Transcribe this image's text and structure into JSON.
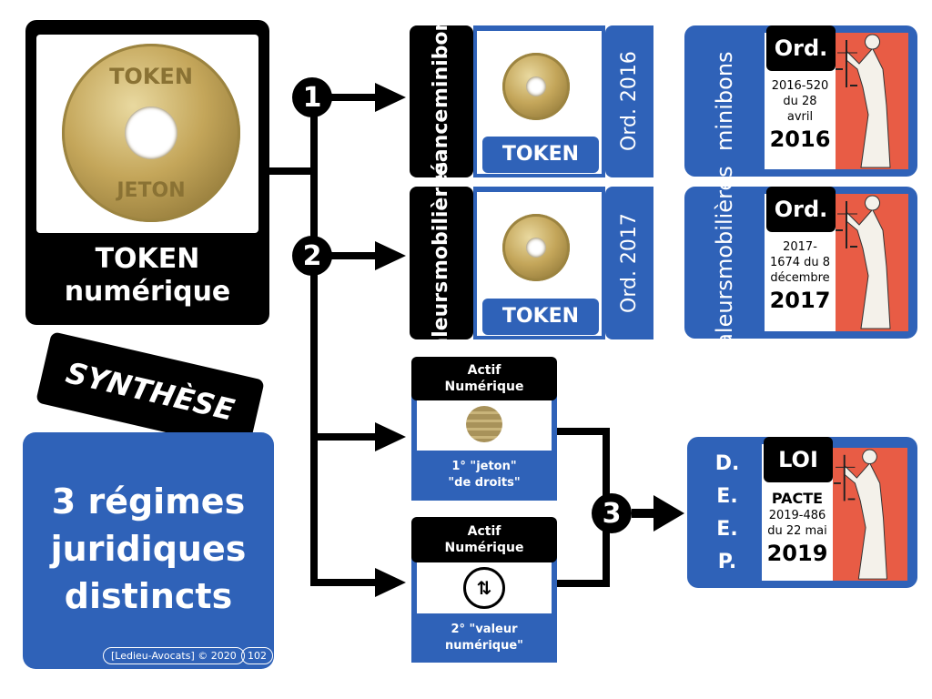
{
  "token_card": {
    "coin_top": "TOKEN",
    "coin_bottom": "JETON",
    "label_line1": "TOKEN",
    "label_line2": "numérique"
  },
  "synthese": "SYNTHÈSE",
  "summary": {
    "line1": "3 régimes",
    "line2": "juridiques",
    "line3": "distincts"
  },
  "footer": {
    "copyright": "[Ledieu-Avocats] © 2020",
    "page": "102"
  },
  "steps": [
    "1",
    "2",
    "3"
  ],
  "token_boxes": [
    {
      "side_line1": "créance",
      "side_line2": "minibons",
      "token_label": "TOKEN",
      "ord": "Ord. 2016"
    },
    {
      "side_line1": "valeurs",
      "side_line2": "mobilières",
      "token_label": "TOKEN",
      "ord": "Ord. 2017"
    }
  ],
  "law_cards": [
    {
      "side_line1": "minibons",
      "side_line2": "",
      "header": "Ord.",
      "details": [
        "2016-520",
        "du 28",
        "avril"
      ],
      "year": "2016"
    },
    {
      "side_line1": "valeurs",
      "side_line2": "mobilières",
      "header": "Ord.",
      "details": [
        "2017-",
        "1674 du 8",
        "décembre"
      ],
      "year": "2017"
    }
  ],
  "actif_boxes": [
    {
      "header_line1": "Actif",
      "header_line2": "Numérique",
      "label_line1": "1° \"jeton\"",
      "label_line2": "\"de droits\"",
      "icon": "coin-icon"
    },
    {
      "header_line1": "Actif",
      "header_line2": "Numérique",
      "label_line1": "2° \"valeur",
      "label_line2": "numérique\"",
      "icon": "dollar-exchange-icon"
    }
  ],
  "loi_card": {
    "side_letters": [
      "D.",
      "E.",
      "E.",
      "P."
    ],
    "header": "LOI",
    "name": "PACTE",
    "details": [
      "2019-486",
      "du 22 mai"
    ],
    "year": "2019"
  },
  "colors": {
    "blue": "#2f62b8",
    "black": "#000000",
    "red": "#e85c45",
    "gold": "#c4a65a"
  }
}
